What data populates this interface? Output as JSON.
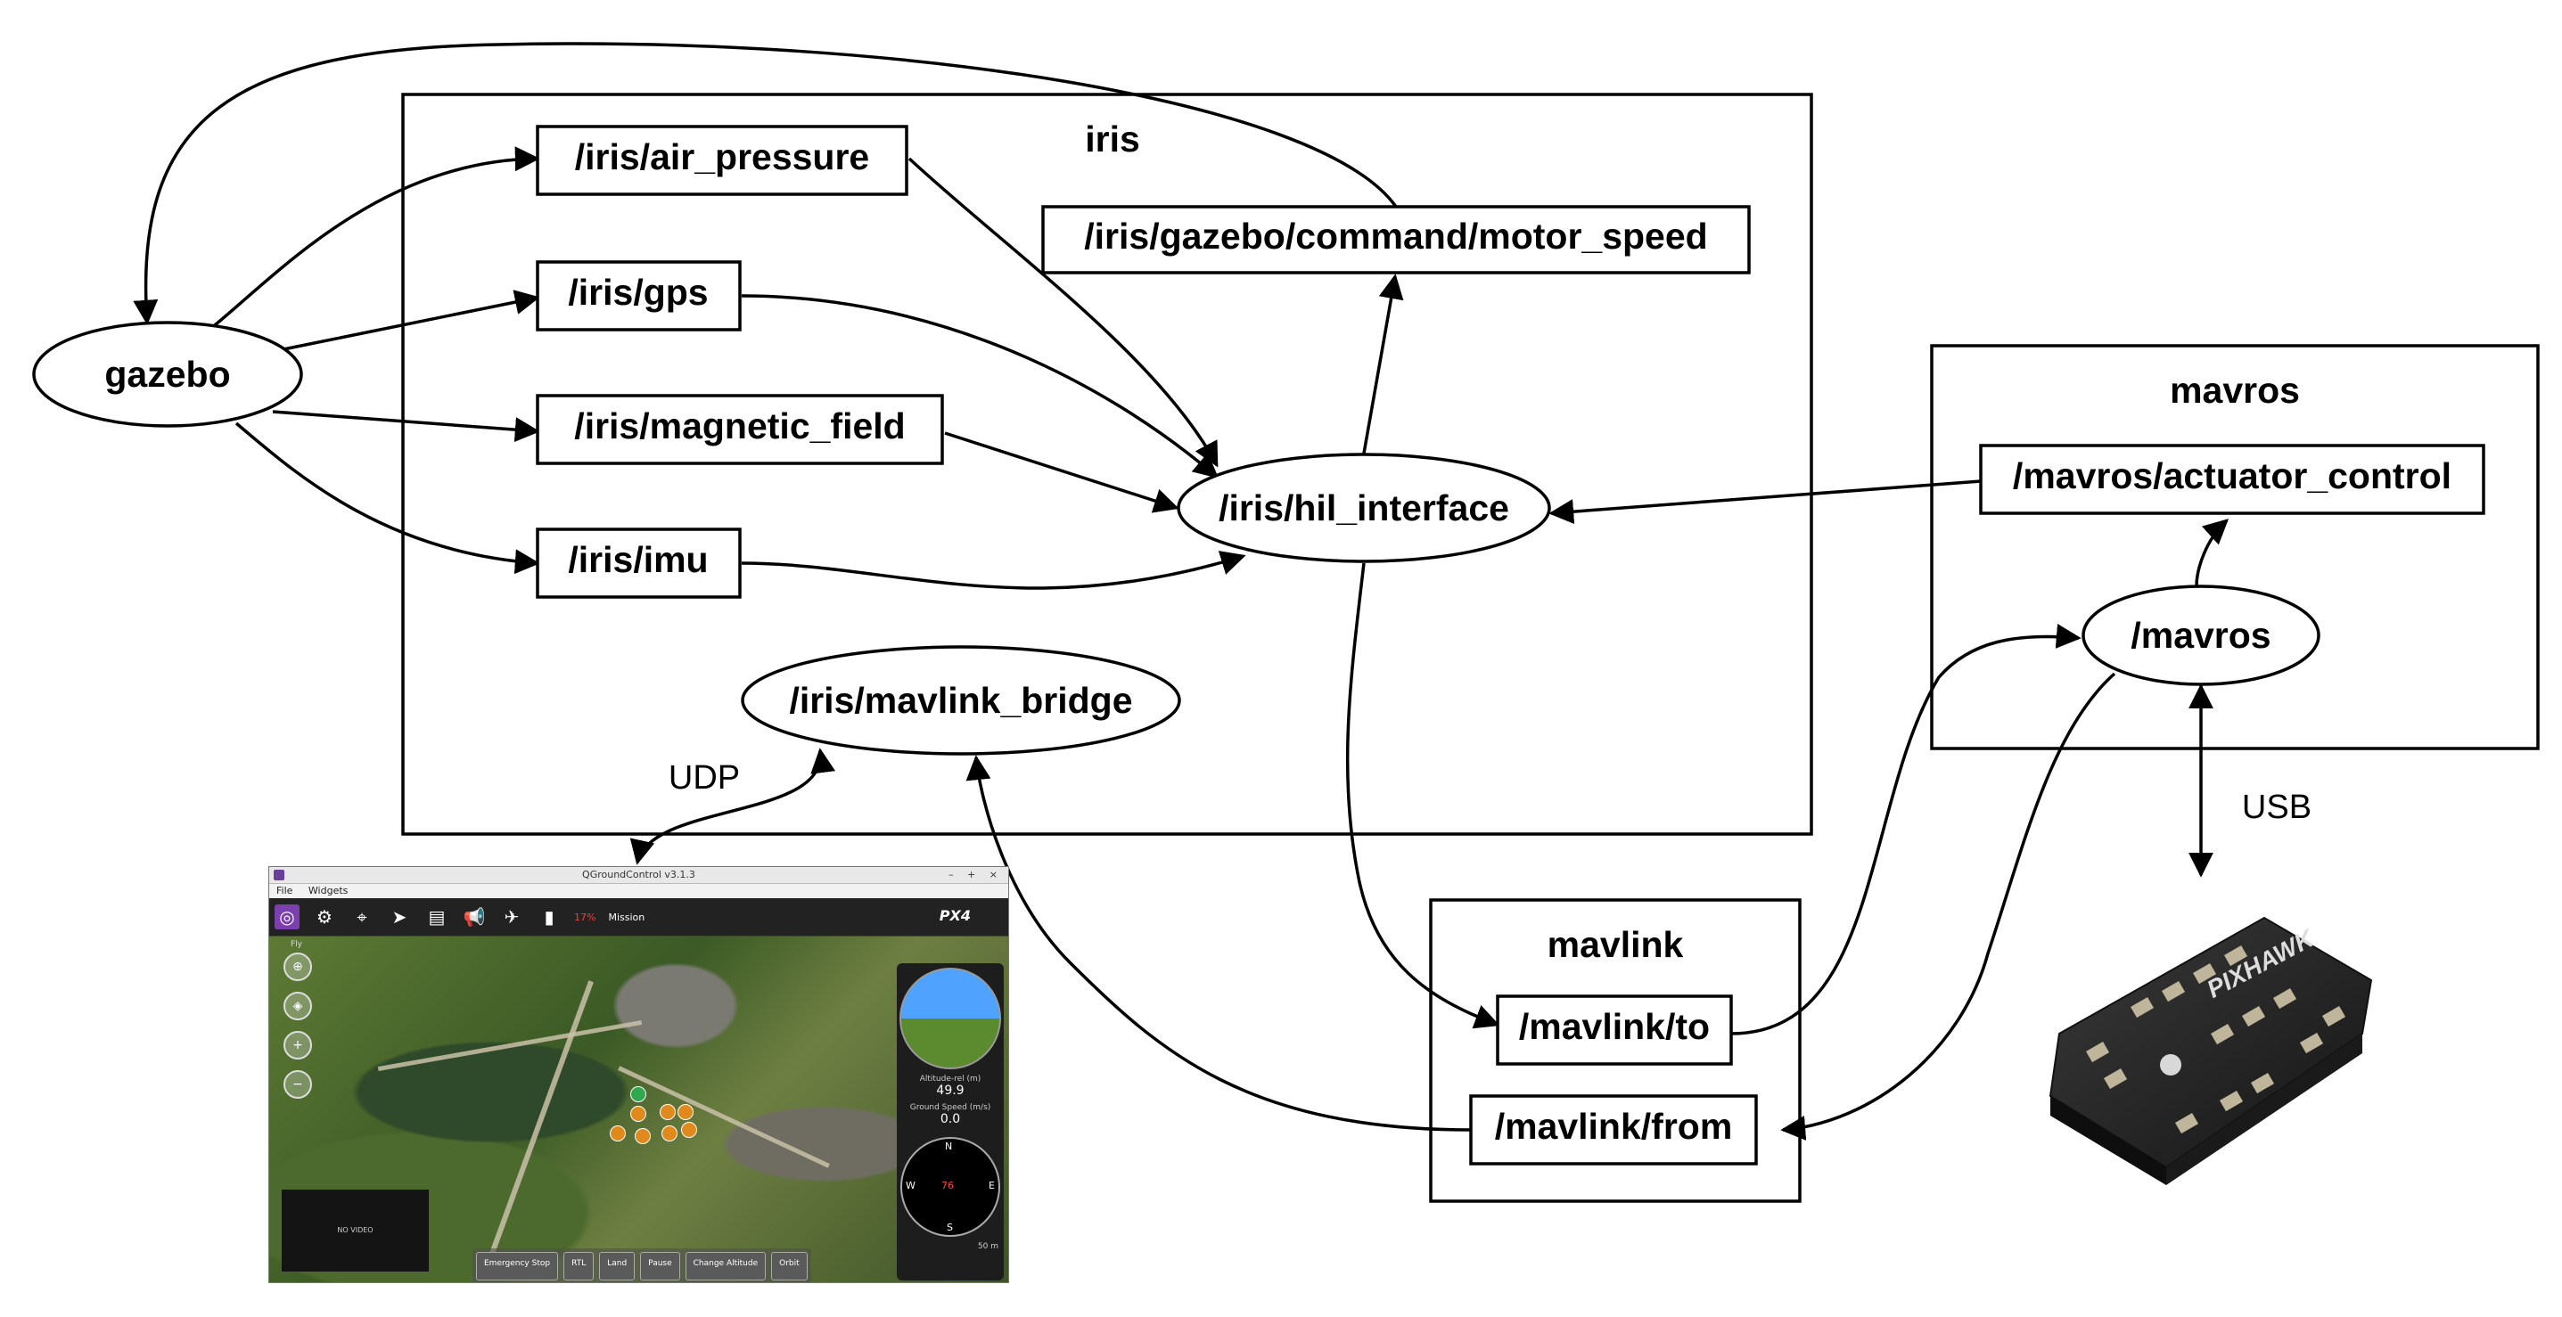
{
  "clusters": {
    "iris": "iris",
    "mavros": "mavros",
    "mavlink": "mavlink"
  },
  "nodes": {
    "gazebo": "gazebo",
    "air_pressure": "/iris/air_pressure",
    "gps": "/iris/gps",
    "magnetic_field": "/iris/magnetic_field",
    "imu": "/iris/imu",
    "motor_speed": "/iris/gazebo/command/motor_speed",
    "hil_interface": "/iris/hil_interface",
    "mavlink_bridge": "/iris/mavlink_bridge",
    "actuator_control": "/mavros/actuator_control",
    "mavros_node": "/mavros",
    "mavlink_to": "/mavlink/to",
    "mavlink_from": "/mavlink/from"
  },
  "edge_labels": {
    "udp": "UDP",
    "usb": "USB"
  },
  "qgc": {
    "window_title": "QGroundControl v3.1.3",
    "window_buttons": "– + ×",
    "menu": [
      "File",
      "Widgets"
    ],
    "battery": "17%",
    "mode": "Mission",
    "brand": "PX4",
    "fly_label": "Fly",
    "no_video": "NO VIDEO",
    "actions": [
      "Emergency Stop",
      "RTL",
      "Land",
      "Pause",
      "Change Altitude",
      "Orbit"
    ],
    "altitude_label": "Altitude-rel (m)",
    "altitude_value": "49.9",
    "speed_label": "Ground Speed (m/s)",
    "speed_value": "0.0",
    "heading_value": "76",
    "compass": {
      "n": "N",
      "s": "S",
      "e": "E",
      "w": "W"
    },
    "scale": "50 m"
  },
  "pixhawk_label": "PIXHAWK"
}
